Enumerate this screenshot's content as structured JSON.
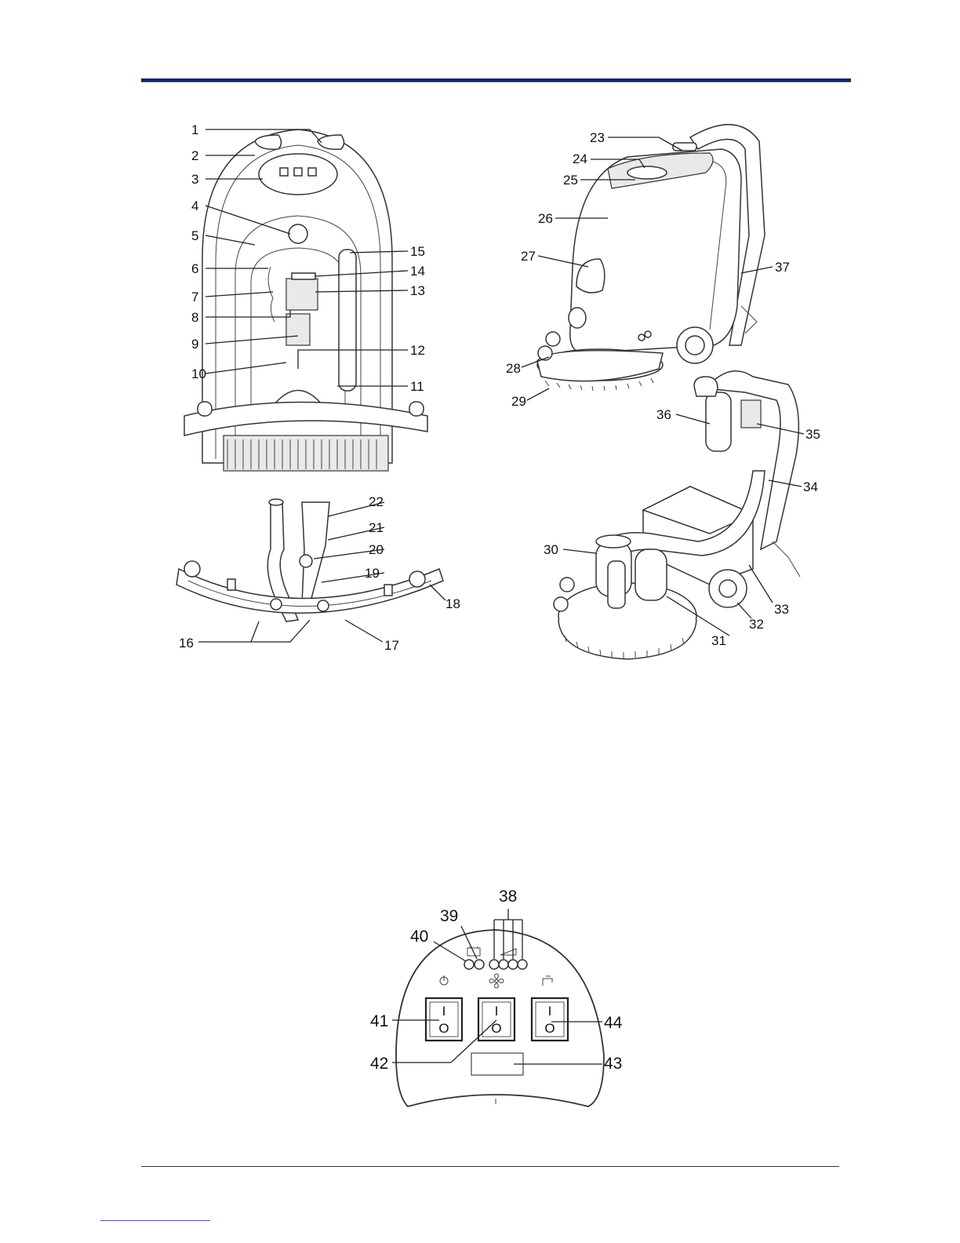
{
  "figure_views": {
    "front_open_labels": [
      "1",
      "2",
      "3",
      "4",
      "5",
      "6",
      "7",
      "8",
      "9",
      "10",
      "11",
      "12",
      "13",
      "14",
      "15"
    ],
    "squeegee_labels": [
      "16",
      "17",
      "18",
      "19",
      "20",
      "21",
      "22"
    ],
    "iso_exterior_labels": [
      "23",
      "24",
      "25",
      "26",
      "27",
      "28",
      "29",
      "37"
    ],
    "iso_internal_labels": [
      "30",
      "31",
      "32",
      "33",
      "34",
      "35",
      "36"
    ],
    "panel_labels": [
      "38",
      "39",
      "40",
      "41",
      "42",
      "43",
      "44"
    ]
  },
  "panel": {
    "switch_marks": {
      "on": "I",
      "off": "O"
    }
  },
  "colors": {
    "header_rule": "#16245c",
    "line": "#222222"
  },
  "icons": [
    "power-icon",
    "fan-icon",
    "faucet-icon",
    "battery-icon",
    "level-ramp-icon"
  ]
}
